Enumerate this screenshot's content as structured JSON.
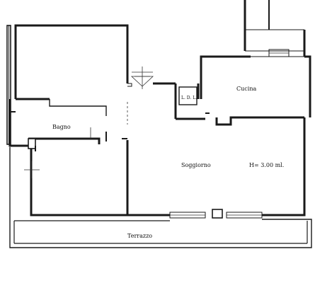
{
  "rooms": {
    "bagno": "Bagno",
    "cucina": "Cucina",
    "soggiorno": "Soggiorno",
    "terrazzo": "Terrazzo"
  },
  "annotations": {
    "height": "H= 3.00 ml.",
    "fixture": "L. D. L."
  }
}
